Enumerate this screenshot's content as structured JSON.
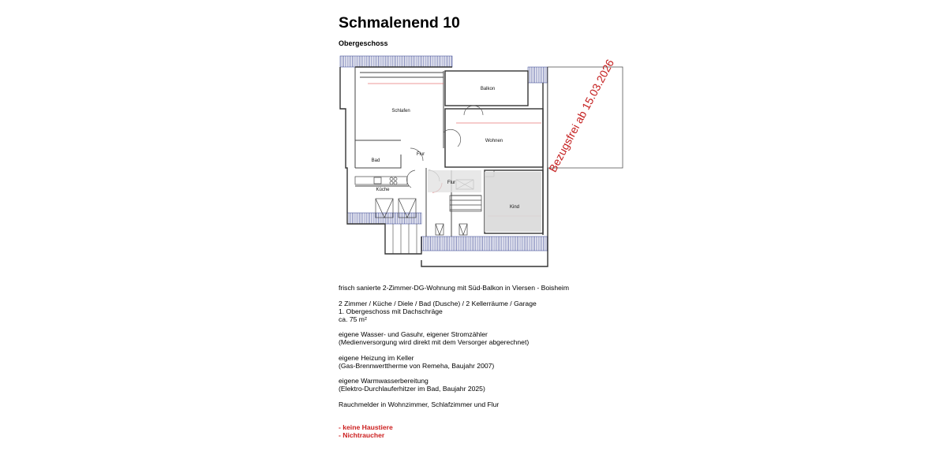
{
  "title": "Schmalenend 10",
  "floor_label": "Obergeschoss",
  "plan": {
    "rooms": {
      "balkon": "Balkon",
      "schlafen": "Schlafen",
      "wohnen": "Wohnen",
      "flur_upper": "Flur",
      "bad": "Bad",
      "kueche": "Küche",
      "flur_lower": "Flur",
      "kind": "Kind"
    },
    "stamp": "Bezugsfrei ab 15.03.2026"
  },
  "description": {
    "line1": "frisch sanierte 2-Zimmer-DG-Wohnung mit Süd-Balkon in Viersen - Boisheim",
    "line2": "2 Zimmer / Küche / Diele / Bad (Dusche) / 2 Kellerräume / Garage",
    "line3": "1. Obergeschoss mit Dachschräge",
    "line4": "ca. 75 m²",
    "line5": "eigene Wasser- und Gasuhr, eigener Stromzähler",
    "line6": "(Medienversorgung wird direkt mit dem Versorger abgerechnet)",
    "line7": "eigene Heizung im Keller",
    "line8": "(Gas-Brennwerttherme von Remeha, Baujahr 2007)",
    "line9": "eigene Warmwasserbereitung",
    "line10": "(Elektro-Durchlauferhitzer im Bad, Baujahr 2025)",
    "line11": "Rauchmelder in Wohnzimmer, Schlafzimmer und Flur"
  },
  "warnings": {
    "haustiere": "- keine Haustiere",
    "raucher": "- Nichtraucher"
  },
  "colors": {
    "stamp_red": "#c41e1e",
    "hatch_blue": "#2e3a8c",
    "warning_red": "#cc1f1f"
  }
}
